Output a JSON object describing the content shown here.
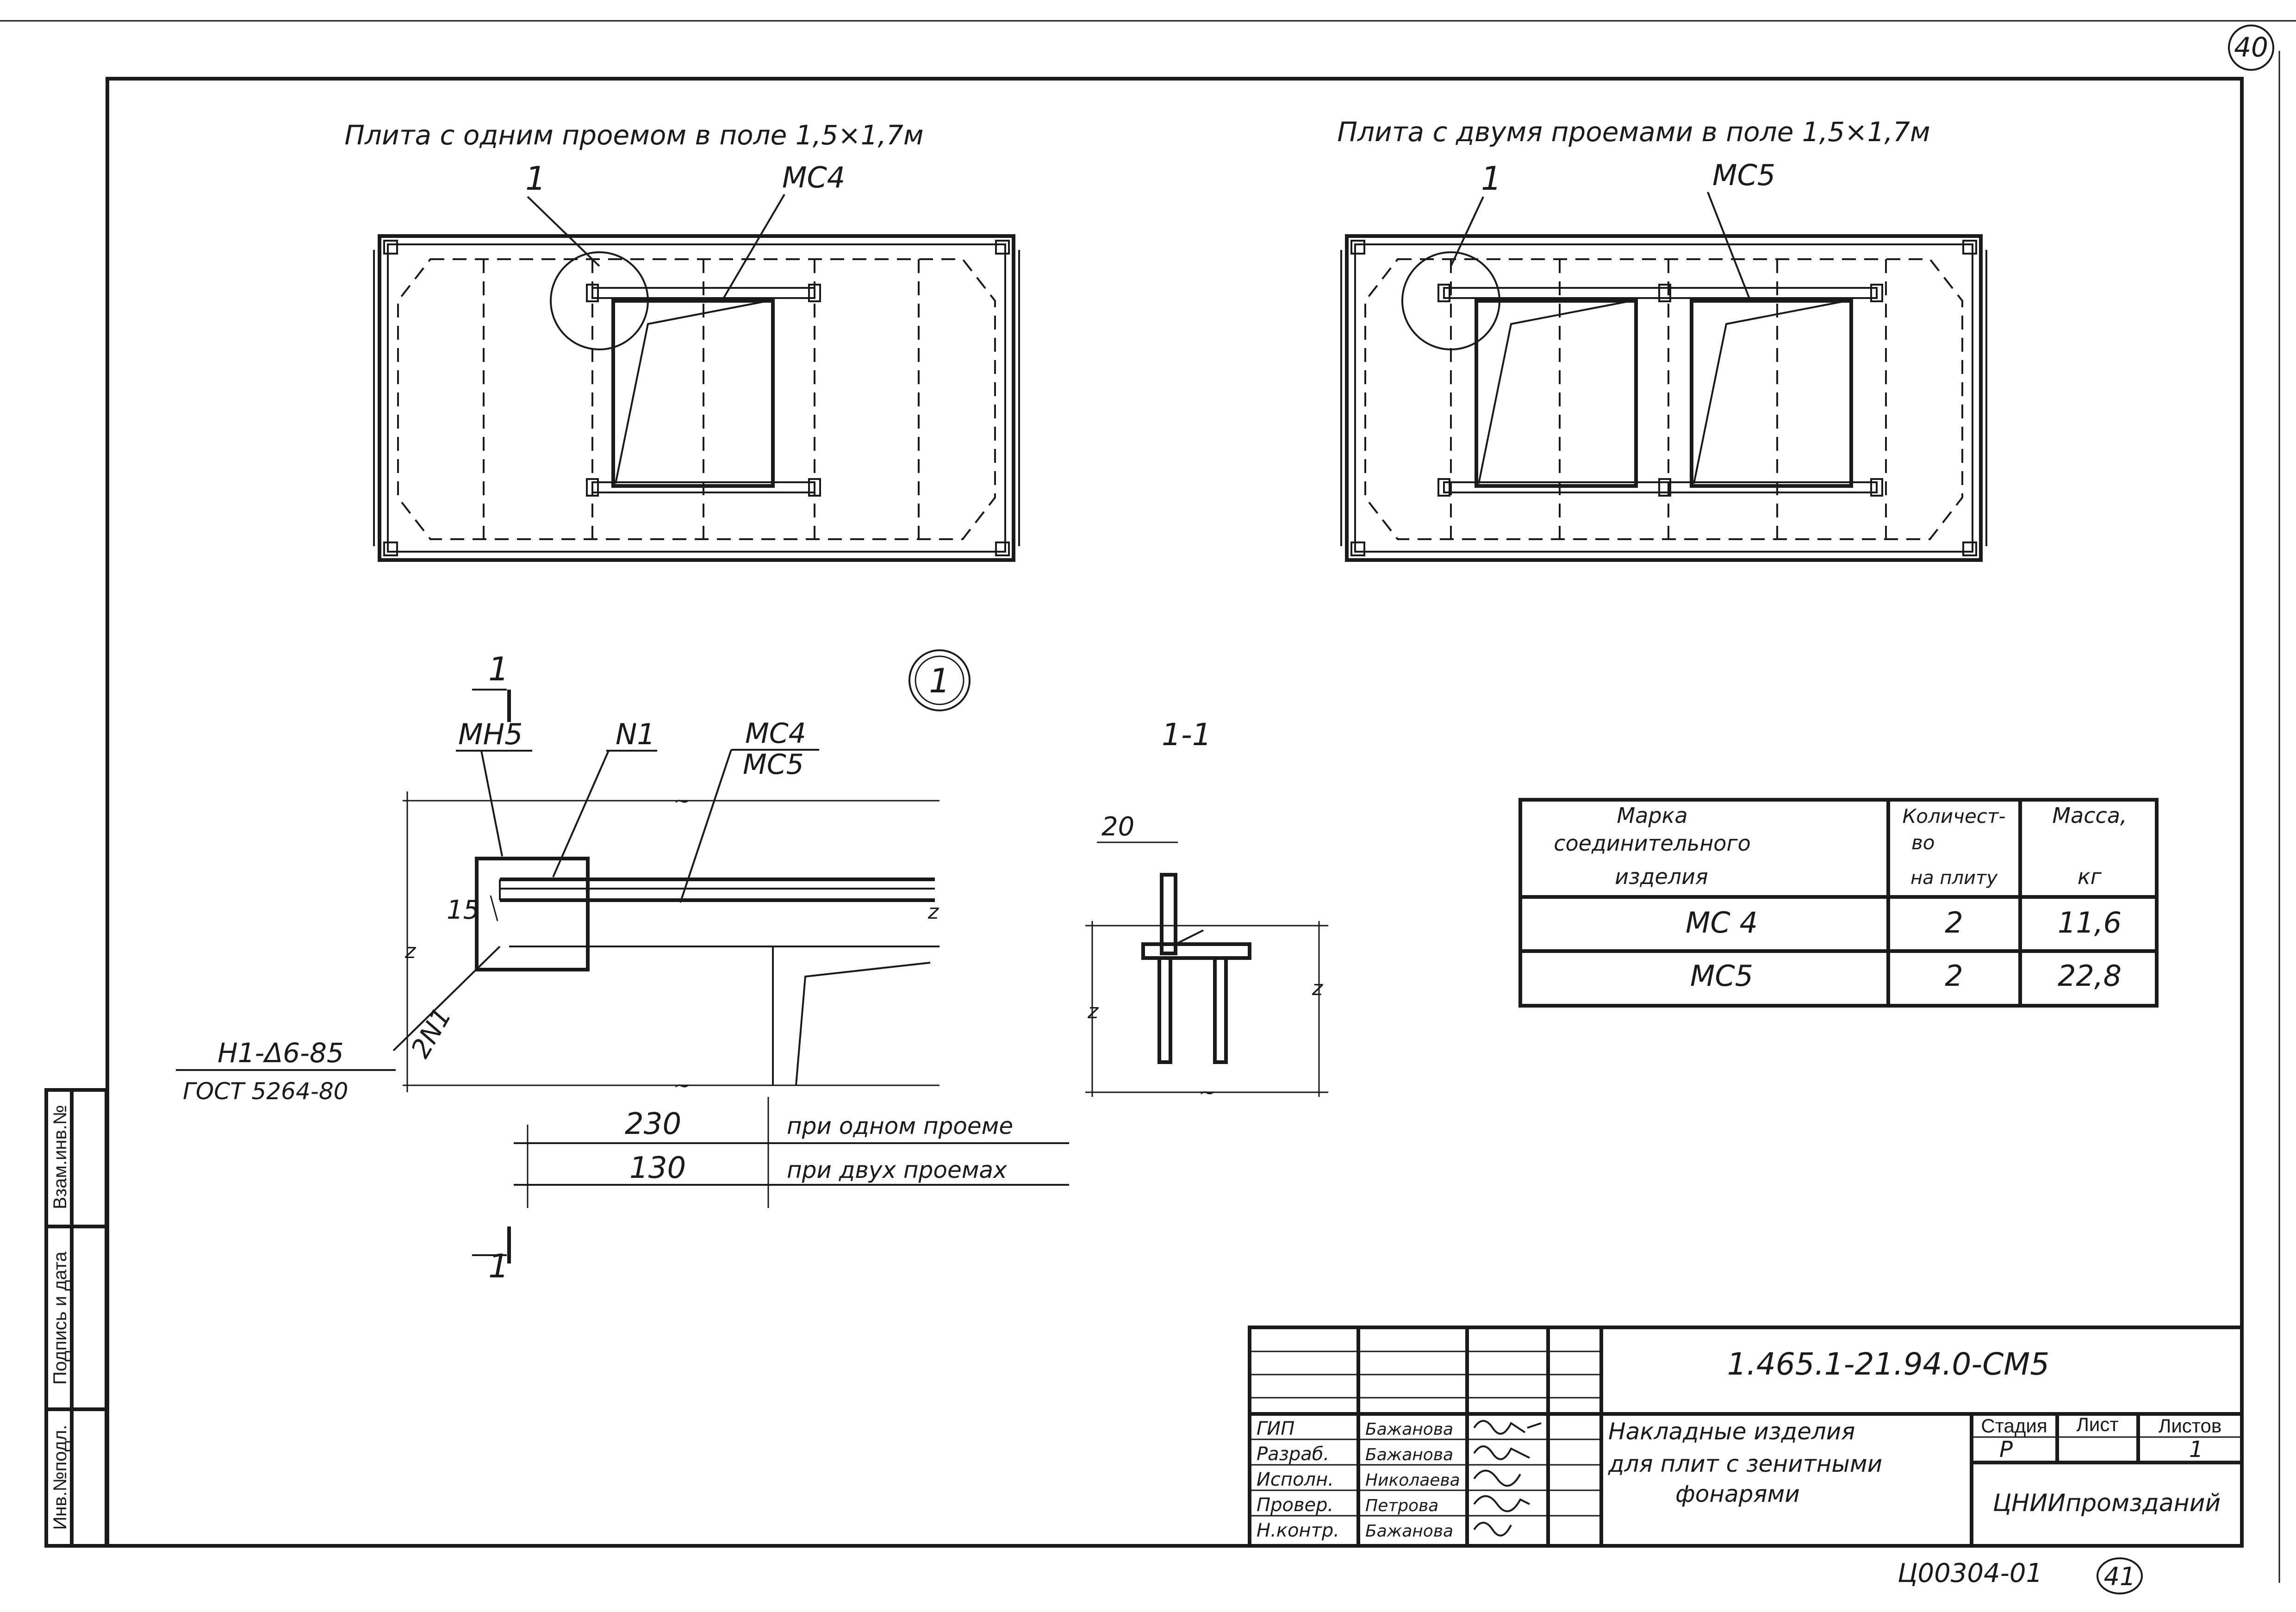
{
  "sheet": {
    "page_number": "40",
    "bottom_number": "41",
    "archive_code": "Ц00304-01"
  },
  "plan_one": {
    "title": "Плита с одним проемом в поле 1,5×1,7м",
    "callout_1": "1",
    "callout_part": "МС4"
  },
  "plan_two": {
    "title": "Плита с двумя проемами в поле 1,5×1,7м",
    "callout_1": "1",
    "callout_part": "МС5"
  },
  "detail": {
    "number": "1",
    "section_mark_top": "1",
    "section_mark_bottom": "1",
    "label_mn": "МН5",
    "label_n1": "N1",
    "label_mc4": "МС4",
    "label_mc5": "МС5",
    "dim_15": "15",
    "weld_label": "2N1",
    "weld_spec": "Н1-Δ6-85",
    "weld_gost": "ГОСТ 5264-80",
    "dim_230": "230",
    "dim_130": "130",
    "note_one": "при одном проеме",
    "note_two": "при двух проемах"
  },
  "section": {
    "title": "1-1",
    "dim_20": "20"
  },
  "table": {
    "headers": {
      "col1_line1": "Марка",
      "col1_line2": "соединительного",
      "col1_line3": "изделия",
      "col2_line1": "Количест-",
      "col2_line2": "во",
      "col2_line3": "на плиту",
      "col3_line1": "Масса,",
      "col3_line2": "кг"
    },
    "rows": [
      {
        "mark": "МС 4",
        "qty": "2",
        "mass": "11,6"
      },
      {
        "mark": "МС5",
        "qty": "2",
        "mass": "22,8"
      }
    ]
  },
  "side_stamp": {
    "inv_podl": "Инв.№подл.",
    "podpis": "Подпись и дата",
    "vzam": "Взам.инв.№"
  },
  "title_block": {
    "code": "1.465.1-21.94.0-СМ5",
    "title_line1": "Накладные изделия",
    "title_line2": "для плит с зенитными",
    "title_line3": "фонарями",
    "stage_label": "Стадия",
    "sheet_label": "Лист",
    "sheets_label": "Листов",
    "stage_value": "Р",
    "sheets_value": "1",
    "org": "ЦНИИпромзданий",
    "roles": [
      {
        "role": "ГИП",
        "name": "Бажанова"
      },
      {
        "role": "Разраб.",
        "name": "Бажанова"
      },
      {
        "role": "Исполн.",
        "name": "Николаева"
      },
      {
        "role": "Провер.",
        "name": "Петрова"
      },
      {
        "role": "Н.контр.",
        "name": "Бажанова"
      }
    ]
  }
}
